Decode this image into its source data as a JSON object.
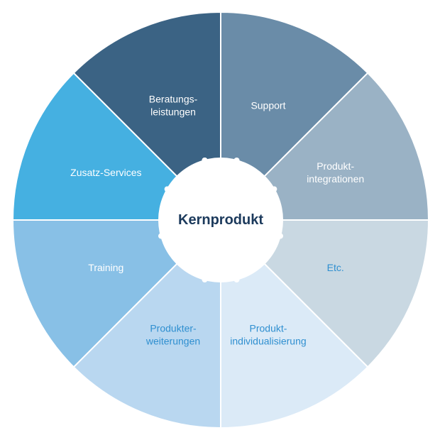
{
  "center": {
    "label": "Kernprodukt",
    "text_color": "#1c3a5c"
  },
  "segments": [
    {
      "lines": [
        "Support"
      ],
      "fill": "#6a8ca8",
      "text_color": "#ffffff"
    },
    {
      "lines": [
        "Produkt-",
        "integrationen"
      ],
      "fill": "#9ab2c5",
      "text_color": "#ffffff"
    },
    {
      "lines": [
        "Etc."
      ],
      "fill": "#c9d8e2",
      "text_color": "#2f8fd0"
    },
    {
      "lines": [
        "Produkt-",
        "individualisierung"
      ],
      "fill": "#dbeaf7",
      "text_color": "#2f8fd0"
    },
    {
      "lines": [
        "Produkter-",
        "weiterungen"
      ],
      "fill": "#b9d7f0",
      "text_color": "#2f8fd0"
    },
    {
      "lines": [
        "Training"
      ],
      "fill": "#88c0e6",
      "text_color": "#ffffff"
    },
    {
      "lines": [
        "Zusatz-Services"
      ],
      "fill": "#45b0e1",
      "text_color": "#ffffff"
    },
    {
      "lines": [
        "Beratungs-",
        "leistungen"
      ],
      "fill": "#3b6384",
      "text_color": "#ffffff"
    }
  ]
}
